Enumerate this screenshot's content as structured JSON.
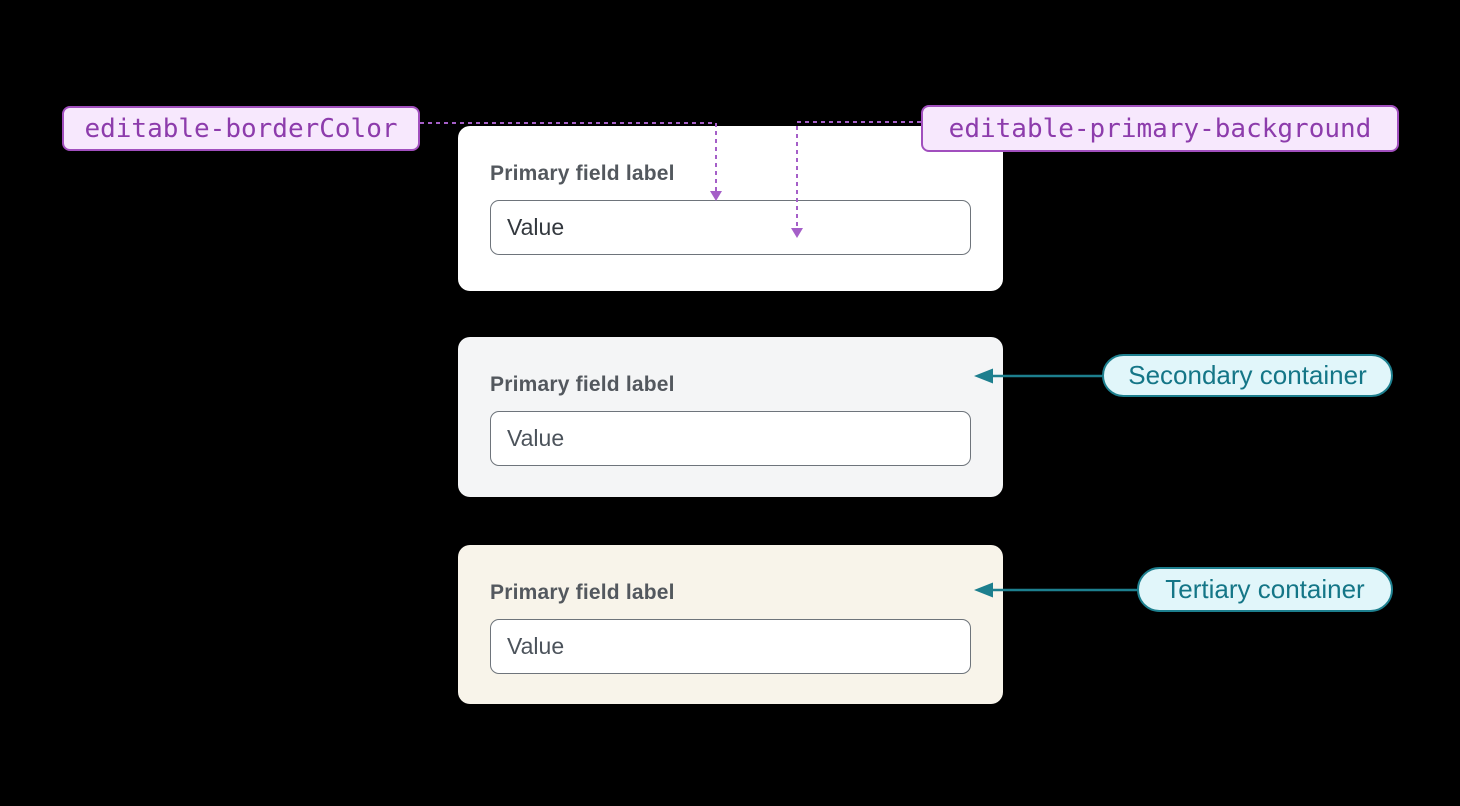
{
  "token_badges": [
    {
      "label": "editable-borderColor"
    },
    {
      "label": "editable-primary-background"
    }
  ],
  "container_badges": [
    {
      "label": "Secondary container"
    },
    {
      "label": "Tertiary container"
    }
  ],
  "containers": [
    {
      "field_label": "Primary field label",
      "input_value": "Value"
    },
    {
      "field_label": "Primary field label",
      "input_value": "Value"
    },
    {
      "field_label": "Primary field label",
      "input_value": "Value"
    }
  ],
  "colors": {
    "canvas-bg": "#000000",
    "purple-bg": "#f7e8fd",
    "purple-border": "#a14fbe",
    "purple-text": "#8d3cac",
    "purple-line": "#a55fc8",
    "teal-bg": "#e1f6fa",
    "teal-border": "#1d7f8e",
    "teal-text": "#147687",
    "card-primary-bg": "#ffffff",
    "card-secondary-bg": "#f4f5f6",
    "card-tertiary-bg": "#f8f4ea",
    "input-border": "#6e747b",
    "input-bg": "#ffffff",
    "label-color": "#53585e",
    "value-primary-color": "#33383e",
    "value-muted-color": "#4c535b"
  }
}
